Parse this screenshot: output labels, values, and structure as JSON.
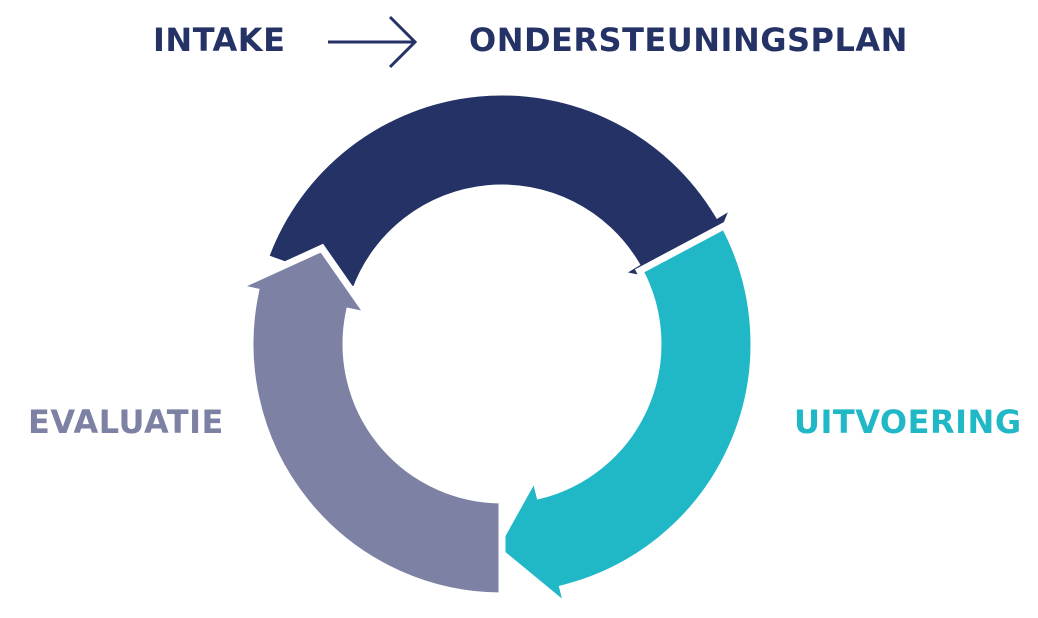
{
  "labels": {
    "intake": "INTAKE",
    "plan": "ONDERSTEUNINGSPLAN",
    "evaluatie": "EVALUATIE",
    "uitvoering": "UITVOERING"
  },
  "colors": {
    "navy": "#243266",
    "teal": "#20b8c7",
    "grey": "#7d82a4"
  }
}
